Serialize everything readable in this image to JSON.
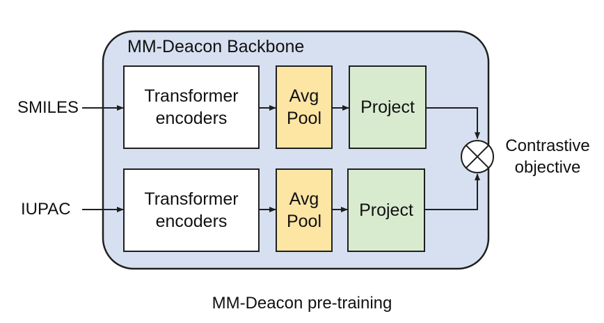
{
  "backbone": {
    "title": "MM-Deacon Backbone",
    "fill": "#d6e0f0",
    "stroke": "#1f1f1f"
  },
  "inputs": {
    "smiles": "SMILES",
    "iupac": "IUPAC"
  },
  "rows": [
    {
      "encoder": "Transformer\nencoders",
      "pool": "Avg\nPool",
      "project": "Project"
    },
    {
      "encoder": "Transformer\nencoders",
      "pool": "Avg\nPool",
      "project": "Project"
    }
  ],
  "colors": {
    "encoder": "#ffffff",
    "pool": "#fde5a4",
    "project": "#d9ebcf",
    "stroke": "#1f1f1f"
  },
  "output": {
    "label": "Contrastive\nobjective",
    "symbol": "otimes-icon"
  },
  "caption": "MM-Deacon pre-training"
}
